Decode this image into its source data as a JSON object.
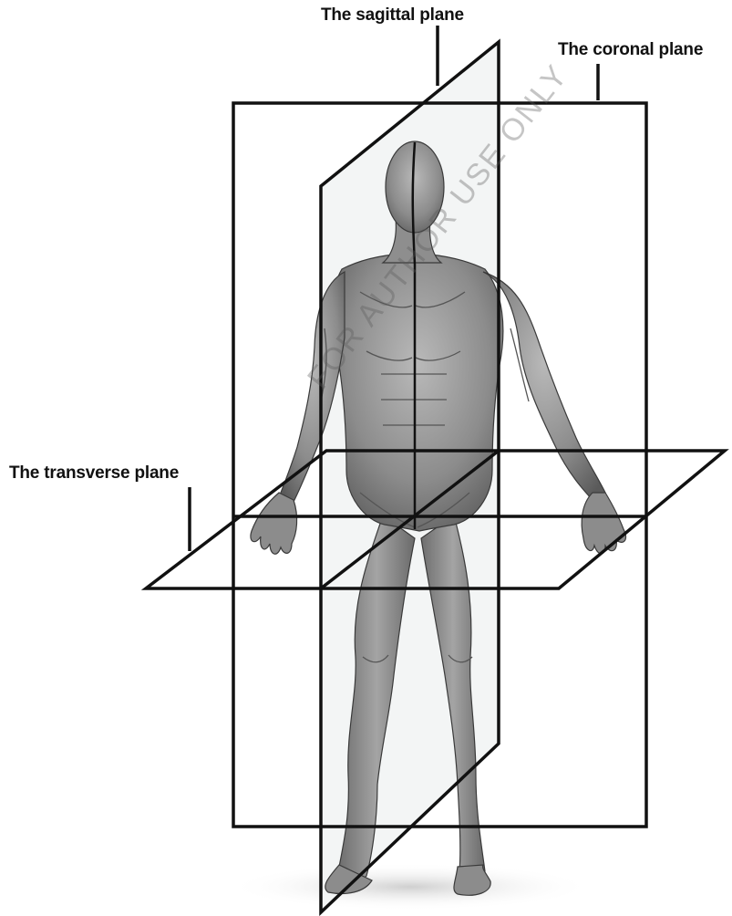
{
  "labels": {
    "sagittal": "The sagittal plane",
    "coronal": "The coronal plane",
    "transverse": "The transverse plane"
  },
  "watermark": "FOR AUTHOR USE ONLY",
  "colors": {
    "plane_line": "#111111",
    "body_fill": "#8a8a8a",
    "body_shade": "#5e5e5e",
    "background": "#ffffff"
  }
}
